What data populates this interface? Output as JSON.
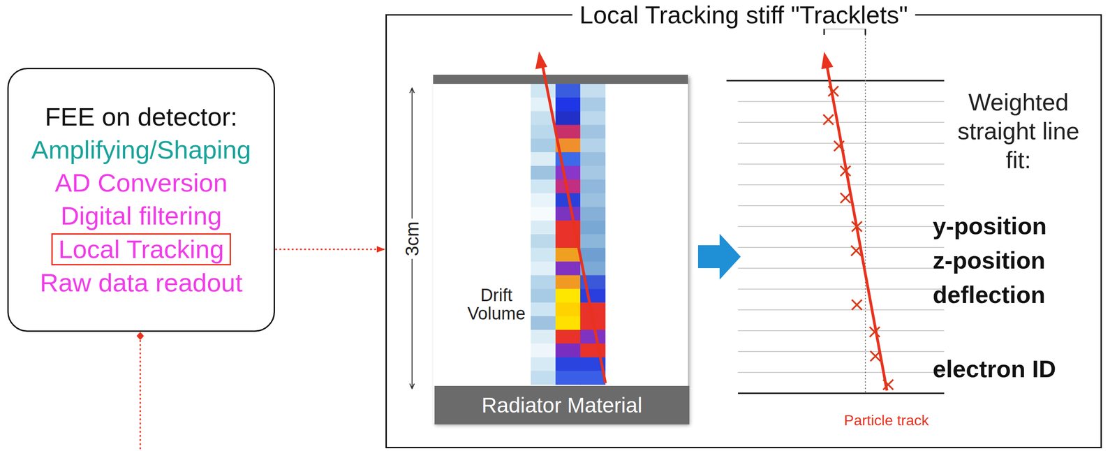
{
  "diagram": {
    "nodes": [
      {
        "text": [
          "FEE on detector:",
          "Amplifying/Shaping",
          "AD Conversion",
          "Digital filtering",
          "Raw data readout"
        ]
      },
      {
        "text": [
          "Local Tracking"
        ],
        "in": 0
      },
      {
        "text": [
          "Local Tracking stiff \"Tracklets\""
        ]
      },
      {
        "text": [
          "Drift Volume"
        ],
        "in": 2
      },
      {
        "text": [
          "Radiator Material"
        ],
        "in": 3
      }
    ],
    "edges": [
      {
        "from": 1,
        "to": 2,
        "arrow": "to"
      }
    ],
    "labels": [
      "3cm",
      "Weighted straight line fit:",
      "y-position",
      "z-position",
      "deflection",
      "electron ID",
      "Particle track"
    ]
  }
}
